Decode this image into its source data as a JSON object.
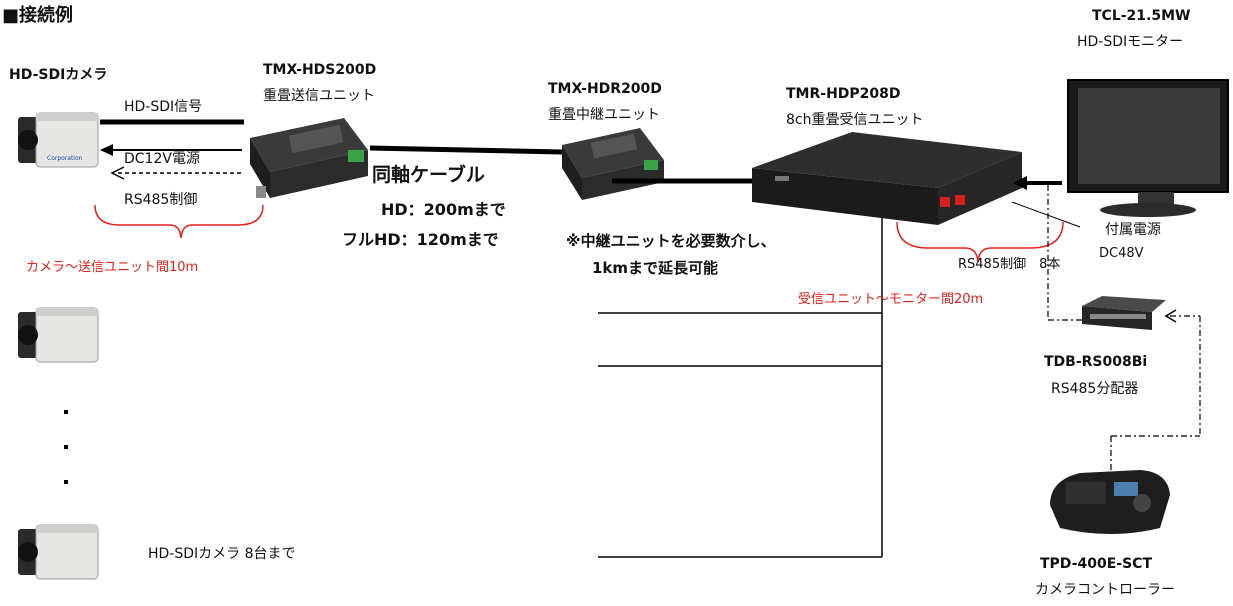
{
  "heading": "■接続例",
  "camera": {
    "label": "HD-SDIカメラ",
    "badge": "Corporation",
    "count_label": "HD-SDIカメラ 8台まで"
  },
  "transmitter": {
    "model": "TMX-HDS200D",
    "desc": "重畳送信ユニット"
  },
  "repeater": {
    "model": "TMX-HDR200D",
    "desc": "重畳中継ユニット"
  },
  "receiver": {
    "model": "TMR-HDP208D",
    "desc": "8ch重畳受信ユニット"
  },
  "monitor": {
    "model": "TCL-21.5MW",
    "desc": "HD-SDIモニター"
  },
  "distributor": {
    "model": "TDB-RS008Bi",
    "desc": "RS485分配器"
  },
  "controller": {
    "model": "TPD-400E-SCT",
    "desc": "カメラコントローラー"
  },
  "signals": {
    "hdsdi": "HD-SDI信号",
    "dc12v": "DC12V電源",
    "rs485": "RS485制御"
  },
  "cable": {
    "title": "同軸ケーブル",
    "hd": "HD：200mまで",
    "fullhd": "フルHD：120mまで"
  },
  "repeater_note": {
    "line1": "※中継ユニットを必要数介し、",
    "line2": "1kmまで延長可能"
  },
  "distance_camera": "カメラ～送信ユニット間10m",
  "distance_monitor": "受信ユニット～モニター間20m",
  "rs485_count": "RS485制御　8本",
  "power": {
    "line1": "付属電源",
    "line2": "DC48V"
  },
  "colors": {
    "accent_red": "#e8201b",
    "line": "#000000"
  }
}
